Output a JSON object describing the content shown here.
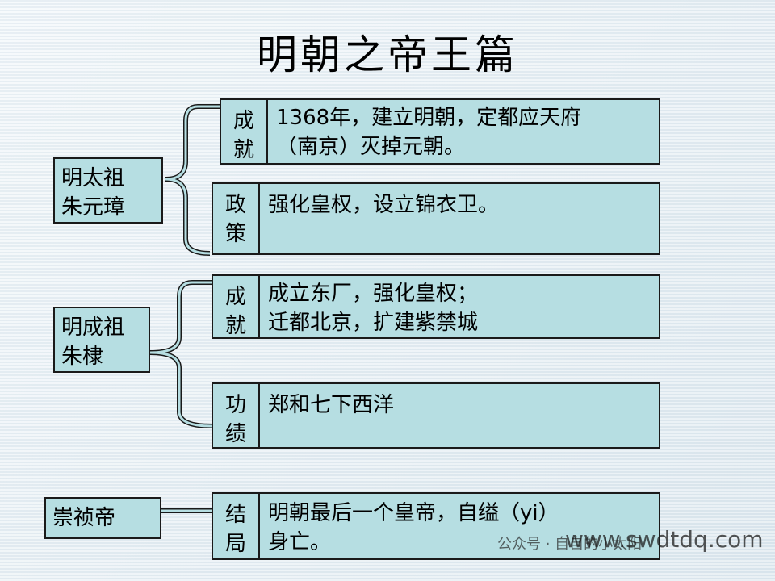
{
  "title": "明朝之帝王篇",
  "rulers": [
    {
      "name": "明太祖\n朱元璋",
      "items": [
        {
          "label": "成\n就",
          "text": "1368年，建立明朝，定都应天府\n（南京）灭掉元朝。"
        },
        {
          "label": "政\n策",
          "text": "强化皇权，设立锦衣卫。"
        }
      ]
    },
    {
      "name": "明成祖\n朱棣",
      "items": [
        {
          "label": "成\n就",
          "text": "成立东厂，强化皇权；\n迁都北京，扩建紫禁城"
        },
        {
          "label": "功\n绩",
          "text": "郑和七下西洋"
        }
      ]
    },
    {
      "name": "崇祯帝",
      "items": [
        {
          "label": "结\n局",
          "text": "明朝最后一个皇帝，自缢（yi）\n身亡。"
        }
      ]
    }
  ],
  "watermark": {
    "prefix": "公众号 · 自自的小太阳",
    "url": "www.swdtdq.com"
  },
  "colors": {
    "box_fill": "#b6dee2",
    "border": "#1a1a1a",
    "bracket": "#b6dee2"
  }
}
